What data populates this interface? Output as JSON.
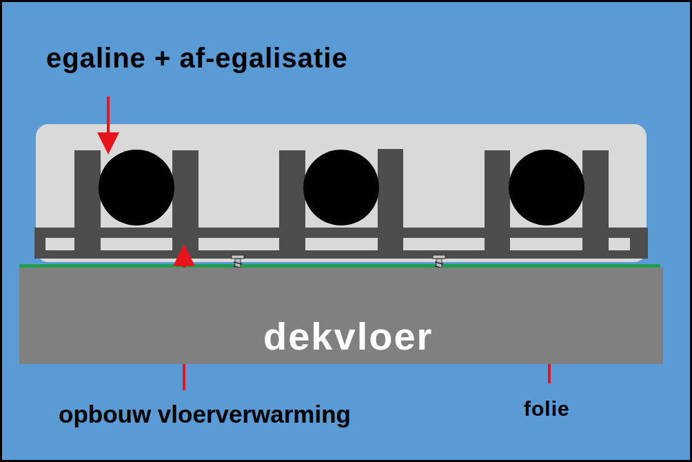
{
  "diagram": {
    "nodes": [
      {
        "text": [
          "dekvloer"
        ]
      }
    ],
    "labels": [
      "egaline + af-egalisatie",
      "opbouw vloerverwarming",
      "folie"
    ]
  }
}
